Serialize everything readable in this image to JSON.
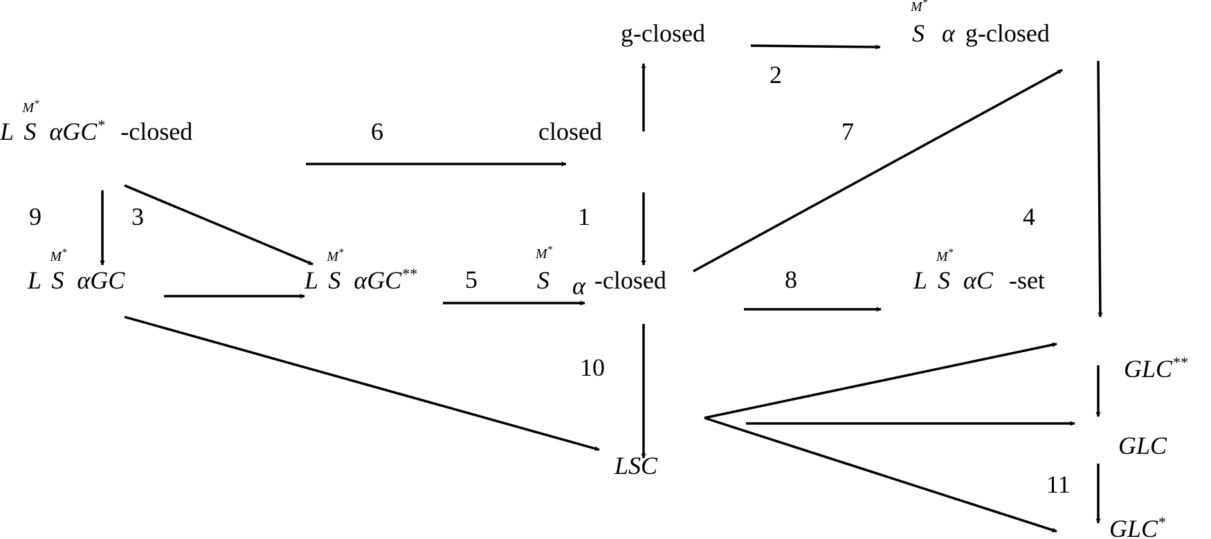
{
  "nodes": {
    "lsagc_star": {
      "L": "L",
      "S": "S",
      "alpha": "α",
      "GC": "GC",
      "star": "*",
      "suffix": "-closed",
      "M_sup": "M",
      "M_star": "*"
    },
    "closed": {
      "text": "closed"
    },
    "g_closed": {
      "text": "g-closed"
    },
    "s_alpha_g_closed": {
      "S": "S",
      "alpha": "α",
      "suffix": "g-closed",
      "M_sup": "M",
      "M_star": "*"
    },
    "lsagc": {
      "L": "L",
      "S": "S",
      "alpha": "α",
      "GC": "GC",
      "M_sup": "M",
      "M_star": "*"
    },
    "lsagc_dstar": {
      "L": "L",
      "S": "S",
      "alpha": "α",
      "GC": "GC",
      "star": "**",
      "M_sup": "M",
      "M_star": "*"
    },
    "s_alpha_closed": {
      "S": "S",
      "alpha": "α",
      "suffix": "-closed",
      "M_sup": "M",
      "M_star": "*"
    },
    "lsac_set": {
      "L": "L",
      "S": "S",
      "alpha": "α",
      "C": "C",
      "suffix": "-set",
      "M_sup": "M",
      "M_star": "*"
    },
    "lsc": {
      "text": "LSC"
    },
    "glc_dstar": {
      "text": "GLC",
      "star": "**"
    },
    "glc": {
      "text": "GLC"
    },
    "glc_star": {
      "text": "GLC",
      "star": "*"
    }
  },
  "edge_labels": [
    "1",
    "2",
    "3",
    "4",
    "5",
    "6",
    "7",
    "8",
    "9",
    "10",
    "11"
  ],
  "colors": {
    "stroke": "#000000",
    "background": "#ffffff"
  }
}
